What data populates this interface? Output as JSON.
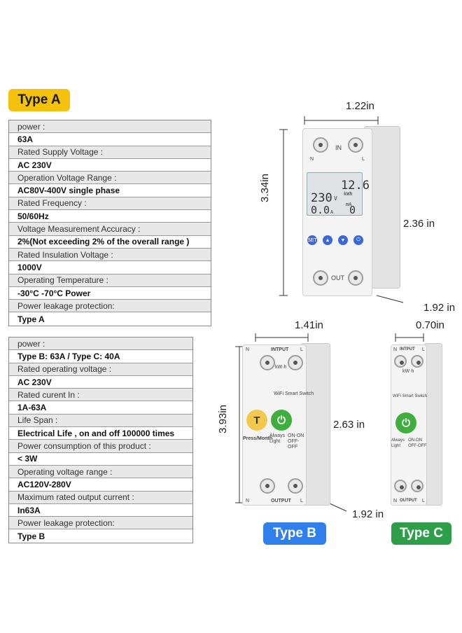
{
  "type_a": {
    "badge": "Type A",
    "rows": [
      {
        "label": "power :",
        "value": "63A"
      },
      {
        "label": "Rated Supply Voltage :",
        "value": "AC 230V"
      },
      {
        "label": "Operation Voltage Range :",
        "value": "AC80V-400V single phase"
      },
      {
        "label": "Rated Frequency :",
        "value": "50/60Hz"
      },
      {
        "label": "Voltage Measurement Accuracy :",
        "value": "2%(Not exceeding 2% of the overall range )"
      },
      {
        "label": "Rated Insulation Voltage :",
        "value": "1000V"
      },
      {
        "label": "Operating Temperature :",
        "value": "-30°C -70°C Power"
      },
      {
        "label": "Power leakage protection:",
        "value": "Type A"
      }
    ]
  },
  "type_b": {
    "badge": "Type B",
    "rows": [
      {
        "label": "power :",
        "value": "Type B: 63A / Type C: 40A"
      },
      {
        "label": "Rated operating voltage :",
        "value": "AC 230V"
      },
      {
        "label": "Rated curent In :",
        "value": "1A-63A"
      },
      {
        "label": "Life Span :",
        "value": "Electrical Life , on and off 100000 times"
      },
      {
        "label": "Power consumption of this product :",
        "value": "< 3W"
      },
      {
        "label": "Operating voltage range :",
        "value": "AC120V-280V"
      },
      {
        "label": "Maximum rated output current :",
        "value": "In63A"
      },
      {
        "label": "Power leakage protection:",
        "value": "Type B"
      }
    ]
  },
  "type_c": {
    "badge": "Type C"
  },
  "dimensions": {
    "a_width": "1.22in",
    "a_height": "3.34in",
    "a_body": "2.36 in",
    "a_depth": "1.92 in",
    "b_width": "1.41in",
    "b_height": "3.93in",
    "b_body": "2.63 in",
    "bc_depth": "1.92 in",
    "c_width": "0.70in"
  },
  "device_a": {
    "voltage": "230",
    "voltage_unit": "V",
    "energy": "12.6",
    "energy_unit": "kWh",
    "current": "0.0",
    "current_unit": "A",
    "leak": "0",
    "leak_unit": "mA",
    "set_label": "SET",
    "in_label": "IN",
    "out_label": "OUT",
    "n_label": "N",
    "l_label": "L"
  },
  "device_b": {
    "input": "INTPUT",
    "output": "OUTPUT",
    "title": "WiFi Smart Switch",
    "t_label": "T",
    "press_month": "Press/Month",
    "always_light": "Always Light",
    "on_off": "ON-ON OFF-OFF",
    "kwh": "kW·h",
    "n_label": "N",
    "l_label": "L"
  },
  "device_c": {
    "input": "INTPUT",
    "output": "OUTPUT",
    "title": "WiFi Smart Switch",
    "always_light": "Always Light",
    "on_off": "ON-ON OFF-OFF",
    "kwh": "kW·h",
    "n_label": "N",
    "l_label": "L"
  },
  "colors": {
    "badge_a": "#f4c20d",
    "badge_b": "#2f80ed",
    "badge_c": "#2e9e4a",
    "button_blue": "#3c67d8",
    "button_green": "#3fae3f",
    "button_yellow": "#f2c94c"
  }
}
